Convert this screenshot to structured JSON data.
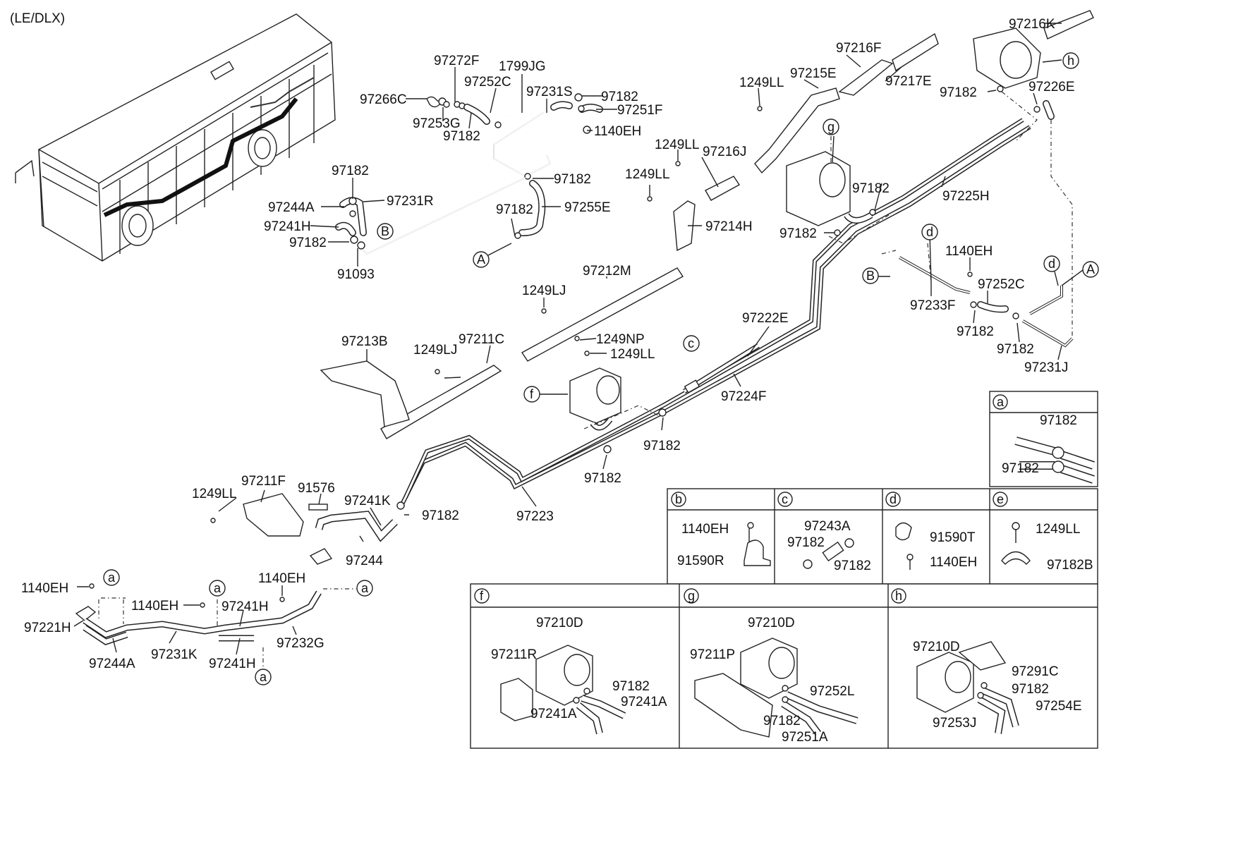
{
  "header": {
    "variant": "(LE/DLX)"
  },
  "labels": {
    "l01": "97272F",
    "l02": "1799JG",
    "l03": "97252C",
    "l04": "97231S",
    "l05": "97266C",
    "l06": "97182",
    "l07": "97251F",
    "l08": "97253G",
    "l09": "97182",
    "l10": "1140EH",
    "l11": "97182",
    "l12": "97182",
    "l13": "97244A",
    "l14": "97231R",
    "l15": "97241H",
    "l16": "97182",
    "l17": "91093",
    "l18": "97182",
    "l19": "97255E",
    "l20": "97216F",
    "l21": "97215E",
    "l22": "97217E",
    "l23": "1249LL",
    "l24": "1249LL",
    "l25": "97216J",
    "l26": "1249LL",
    "l27": "97214H",
    "l28": "97212M",
    "l29": "1249LJ",
    "l30": "97216K",
    "l31": "97182",
    "l32": "97226E",
    "l33": "97182",
    "l34": "97182",
    "l35": "97225H",
    "l36": "1140EH",
    "l37": "97252C",
    "l38": "97233F",
    "l39": "97182",
    "l40": "97182",
    "l41": "97231J",
    "l42": "97222E",
    "l43": "97224F",
    "l44": "97213B",
    "l45": "1249LJ",
    "l46": "97211C",
    "l47": "1249NP",
    "l48": "1249LL",
    "l49": "97182",
    "l50": "97182",
    "l51": "97223",
    "l52": "97211F",
    "l53": "91576",
    "l54": "97241K",
    "l55": "1249LL",
    "l56": "97182",
    "l57": "97244",
    "l58": "1140EH",
    "l59": "1140EH",
    "l60": "97241H",
    "l61": "1140EH",
    "l62": "97221H",
    "l63": "97232G",
    "l64": "97244A",
    "l65": "97231K",
    "l66": "97241H",
    "l67": "97182"
  },
  "markers": {
    "A": "A",
    "B": "B",
    "c": "c",
    "d": "d",
    "f": "f",
    "g": "g",
    "h": "h",
    "a": "a"
  },
  "detail_boxes": {
    "a": {
      "key": "a",
      "parts": [
        "97182",
        "97182"
      ]
    },
    "b": {
      "key": "b",
      "parts": [
        "1140EH",
        "91590R"
      ]
    },
    "c": {
      "key": "c",
      "parts": [
        "97243A",
        "97182",
        "97182"
      ]
    },
    "d": {
      "key": "d",
      "parts": [
        "91590T",
        "1140EH"
      ]
    },
    "e": {
      "key": "e",
      "parts": [
        "1249LL",
        "97182B"
      ]
    },
    "f": {
      "key": "f",
      "parts": [
        "97210D",
        "97211R",
        "97182",
        "97241A",
        "97241A"
      ]
    },
    "g": {
      "key": "g",
      "parts": [
        "97210D",
        "97211P",
        "97252L",
        "97182",
        "97251A"
      ]
    },
    "h": {
      "key": "h",
      "parts": [
        "97210D",
        "97291C",
        "97182",
        "97254E",
        "97253J"
      ]
    }
  }
}
